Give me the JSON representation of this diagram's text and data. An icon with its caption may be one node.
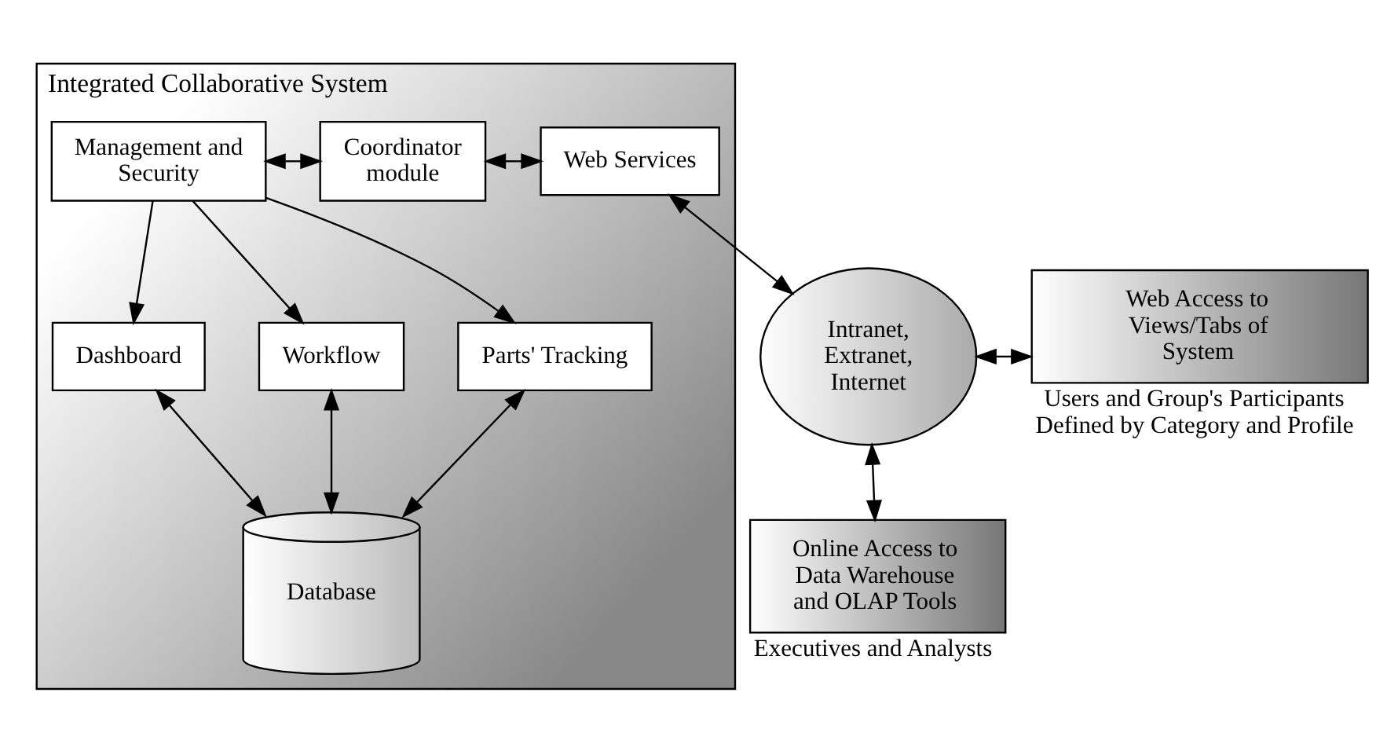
{
  "diagram": {
    "nodes": [
      {
        "text": [
          "Integrated Collaborative System"
        ]
      },
      {
        "text": [
          "Management and Security"
        ],
        "in": 0
      },
      {
        "text": [
          "Coordinator module"
        ],
        "in": 0
      },
      {
        "text": [
          "Web Services"
        ],
        "in": 0
      },
      {
        "text": [
          "Dashboard"
        ],
        "in": 0
      },
      {
        "text": [
          "Workflow"
        ],
        "in": 0
      },
      {
        "text": [
          "Parts' Tracking"
        ],
        "in": 0
      },
      {
        "text": [
          "Database"
        ],
        "in": 0
      },
      {
        "text": [
          "Intranet, Extranet, Internet"
        ]
      },
      {
        "text": [
          "Web Access to Views/Tabs of System"
        ],
        "beside": [
          "Users and Group's Participants Defined by Category and Profile"
        ]
      },
      {
        "text": [
          "Online Access to Data Warehouse and OLAP Tools"
        ],
        "beside": [
          "Executives and Analysts"
        ]
      }
    ],
    "edges": [
      {
        "from": 1,
        "to": 2,
        "arrow": "both"
      },
      {
        "from": 2,
        "to": 3,
        "arrow": "both"
      },
      {
        "from": 3,
        "to": 8,
        "arrow": "both"
      },
      {
        "from": 8,
        "to": 9,
        "arrow": "both"
      },
      {
        "from": 1,
        "to": 4,
        "arrow": "to"
      },
      {
        "from": 1,
        "to": 5,
        "arrow": "to"
      },
      {
        "from": 1,
        "to": 6,
        "arrow": "to"
      },
      {
        "from": 8,
        "to": 10,
        "arrow": "both"
      },
      {
        "from": 4,
        "to": 7,
        "arrow": "both"
      },
      {
        "from": 5,
        "to": 7,
        "arrow": "both"
      },
      {
        "from": 6,
        "to": 7,
        "arrow": "both"
      }
    ]
  }
}
